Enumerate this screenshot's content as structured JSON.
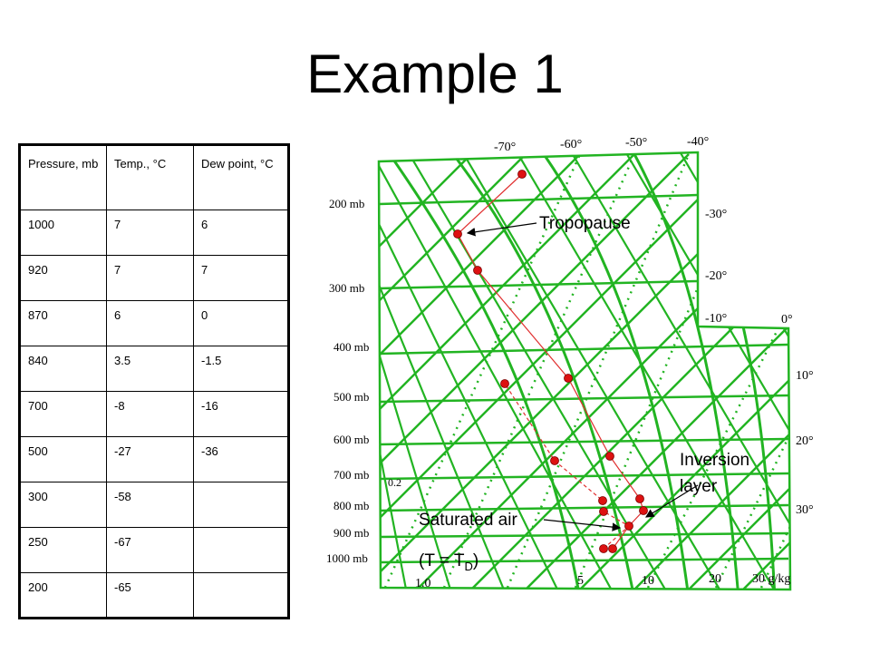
{
  "title": "Example 1",
  "table": {
    "headers": [
      "Pressure, mb",
      "Temp., °C",
      "Dew point, °C"
    ],
    "rows": [
      [
        "1000",
        "7",
        "6"
      ],
      [
        "920",
        "7",
        "7"
      ],
      [
        "870",
        "6",
        "0"
      ],
      [
        "840",
        "3.5",
        "-1.5"
      ],
      [
        "700",
        "-8",
        "-16"
      ],
      [
        "500",
        "-27",
        "-36"
      ],
      [
        "300",
        "-58",
        ""
      ],
      [
        "250",
        "-67",
        ""
      ],
      [
        "200",
        "-65",
        ""
      ]
    ]
  },
  "diagram": {
    "pressure_labels": [
      "200 mb",
      "300 mb",
      "400 mb",
      "500 mb",
      "600 mb",
      "700 mb",
      "800 mb",
      "900 mb",
      "1000 mb"
    ],
    "temp_labels_top": [
      "-70°",
      "-60°",
      "-50°",
      "-40°"
    ],
    "temp_labels_right": [
      "-30°",
      "-20°",
      "-10°",
      "0°",
      "10°",
      "20°",
      "30°"
    ],
    "mixing_ratio_labels": [
      "0.2",
      "1.0",
      "5",
      "10",
      "20",
      "30 g/kg"
    ],
    "colors": {
      "grid": "#22b422",
      "profile": "#e03030",
      "marker": "#dd1111"
    }
  },
  "annotations": {
    "tropopause": "Tropopause",
    "inversion_line1": "Inversion",
    "inversion_line2": "layer",
    "saturated": "Saturated air",
    "equation_open": "(T = T",
    "equation_sub": "D",
    "equation_close": ")"
  }
}
